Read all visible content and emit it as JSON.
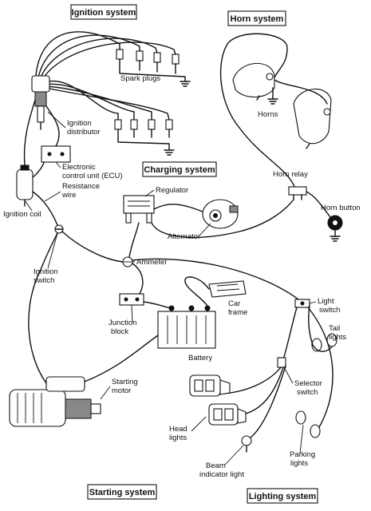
{
  "systems": {
    "ignition": "Ignition system",
    "horn": "Horn system",
    "charging": "Charging system",
    "starting": "Starting system",
    "lighting": "Lighting system"
  },
  "labels": {
    "spark_plugs": "Spark plugs",
    "ignition_distributor_1": "Ignition",
    "ignition_distributor_2": "distributor",
    "ecu_1": "Electronic",
    "ecu_2": "control unit (ECU)",
    "resistance_wire_1": "Resistance",
    "resistance_wire_2": "wire",
    "ignition_coil": "Ignition coil",
    "ignition_switch_1": "Ignition",
    "ignition_switch_2": "switch",
    "horns": "Horns",
    "horn_relay": "Horn relay",
    "horn_button": "Horn button",
    "regulator": "Regulator",
    "alternator": "Alternator",
    "ammeter": "Ammeter",
    "car_frame_1": "Car",
    "car_frame_2": "frame",
    "junction_block_1": "Junction",
    "junction_block_2": "block",
    "battery": "Battery",
    "light_switch_1": "Light",
    "light_switch_2": "switch",
    "tail_lights_1": "Tail",
    "tail_lights_2": "lights",
    "selector_switch_1": "Selector",
    "selector_switch_2": "switch",
    "starting_motor_1": "Starting",
    "starting_motor_2": "motor",
    "head_lights_1": "Head",
    "head_lights_2": "lights",
    "parking_lights_1": "Parking",
    "parking_lights_2": "lights",
    "beam_indicator_1": "Beam",
    "beam_indicator_2": "indicator light"
  }
}
